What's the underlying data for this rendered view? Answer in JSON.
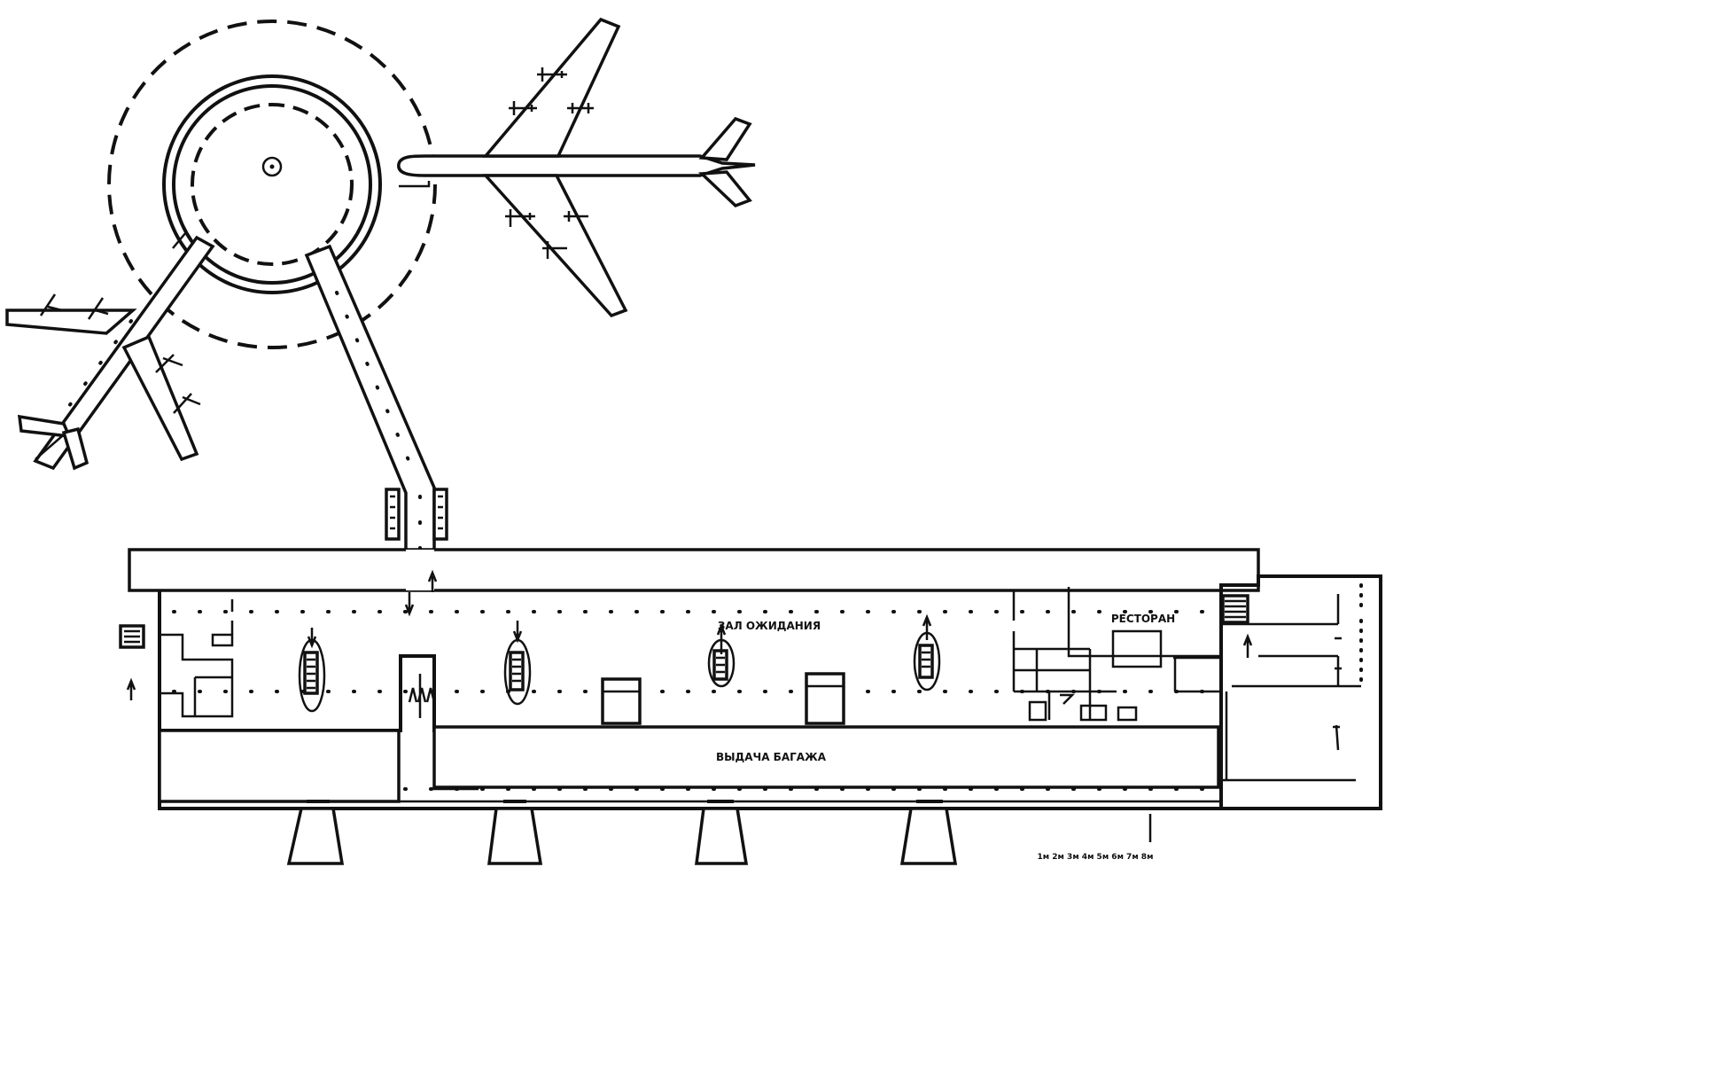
{
  "diagram": {
    "labels": {
      "waiting_hall": "ЗАЛ ОЖИДАНИЯ",
      "restaurant": "РЕСТОРАН",
      "baggage_hall": "ВЫДАЧА БАГАЖА",
      "scale": "1м 2м 3м 4м 5м 6м 7м 8м"
    }
  }
}
